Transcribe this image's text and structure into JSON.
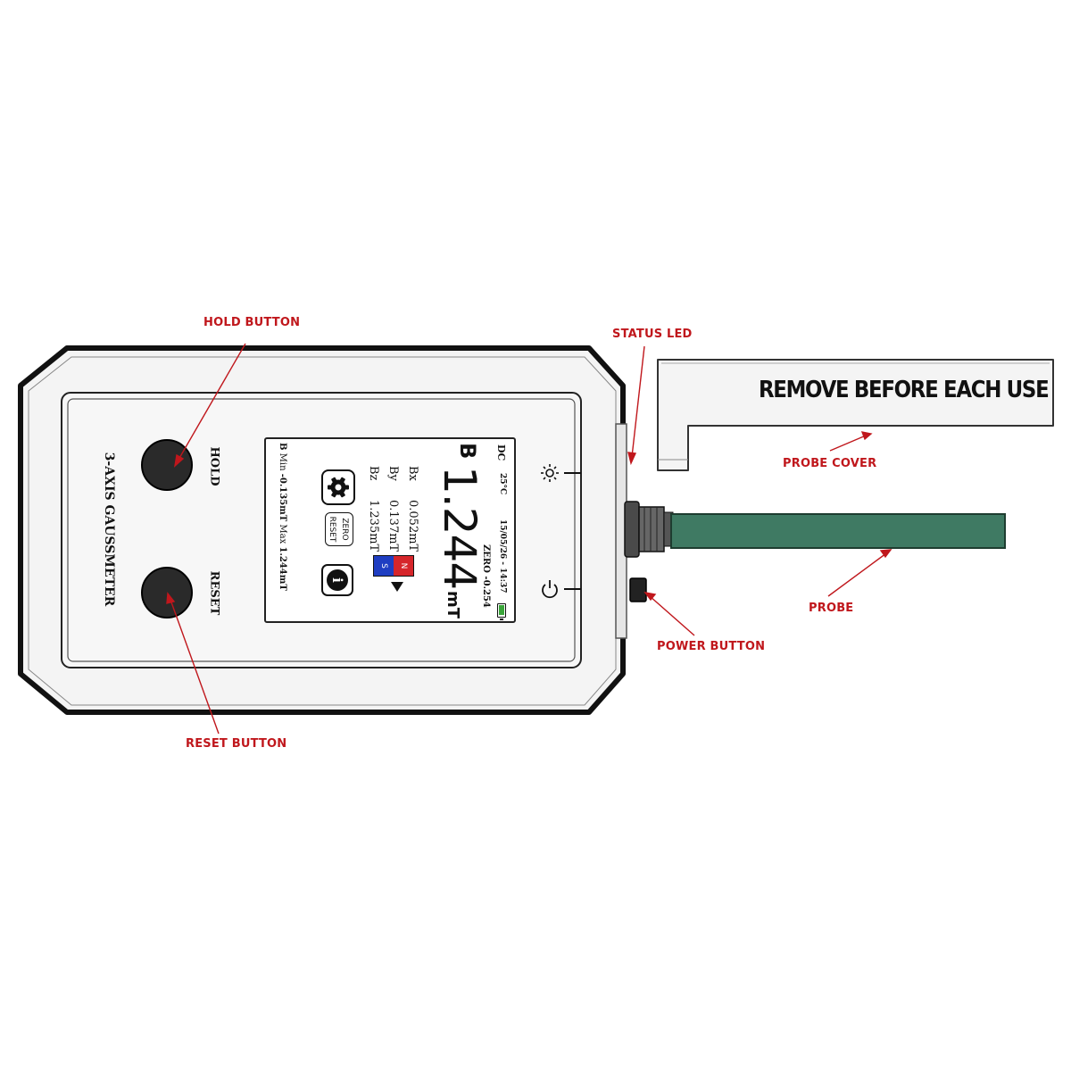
{
  "callouts": {
    "hold_button": "HOLD BUTTON",
    "status_led": "STATUS LED",
    "probe_cover": "PROBE COVER",
    "probe": "PROBE",
    "power_button": "POWER BUTTON",
    "reset_button": "RESET BUTTON"
  },
  "device": {
    "name": "3-AXIS GAUSSMETER",
    "hold_label": "HOLD",
    "reset_label": "RESET"
  },
  "probe_cover": {
    "text": "REMOVE BEFORE EACH USE"
  },
  "screen": {
    "mode": "DC",
    "temperature": "25°C",
    "datetime": "15/05/26 - 14:37",
    "zero": "ZERO -0.254",
    "b_symbol": "B",
    "b_value": "1.244",
    "b_unit": "mT",
    "axes": [
      {
        "axis": "Bx",
        "value": "0.052mT"
      },
      {
        "axis": "By",
        "value": "0.137mT"
      },
      {
        "axis": "Bz",
        "value": "1.235mT"
      }
    ],
    "zero_reset": {
      "line1": "ZERO",
      "line2": "RESET"
    },
    "magnet": {
      "n": "N",
      "s": "S"
    },
    "minmax": {
      "b": "B",
      "min_label": "Min",
      "min_value": "-0.135mT",
      "max_label": "Max",
      "max_value": "1.244mT"
    }
  },
  "colors": {
    "callout": "#c0171c",
    "probe": "#3f7a63",
    "magnet_north": "#d6262b",
    "magnet_south": "#1f3ec2",
    "battery": "#3aa53a"
  },
  "icons": [
    "sun-icon",
    "power-icon",
    "gear-icon",
    "info-icon",
    "battery-icon",
    "arrow-icon"
  ]
}
